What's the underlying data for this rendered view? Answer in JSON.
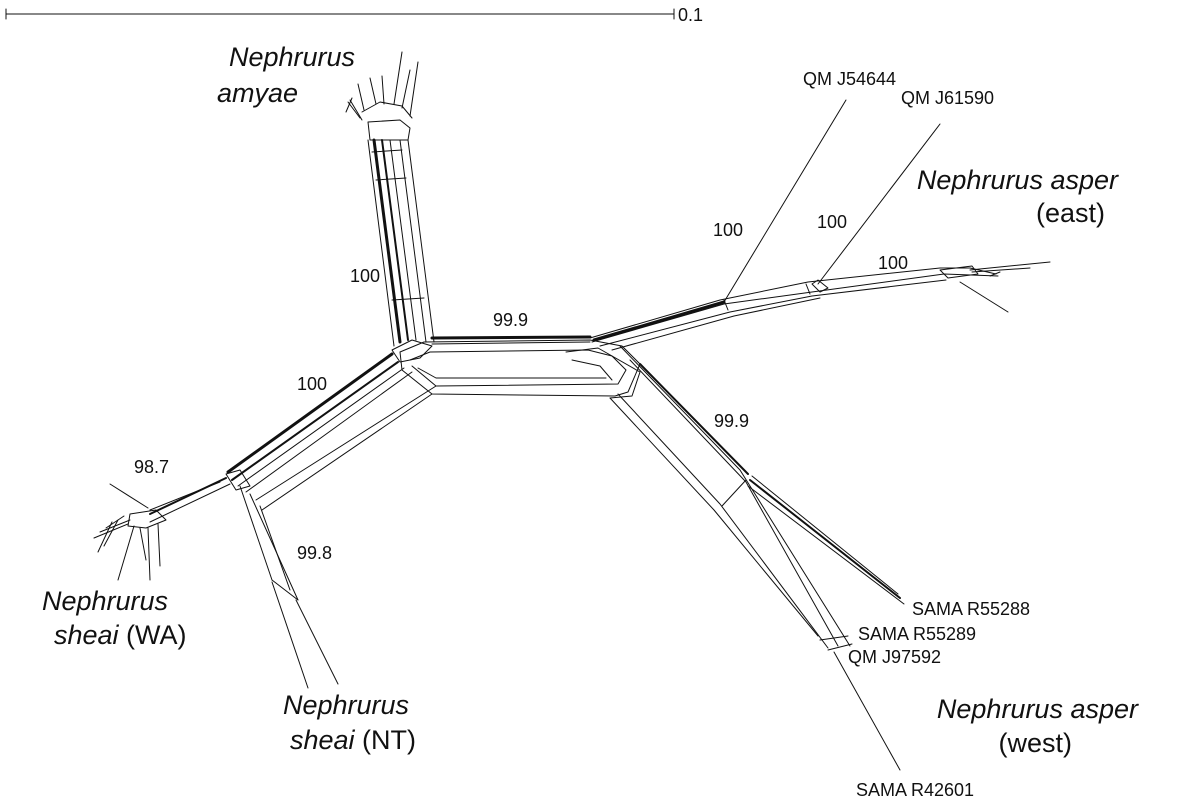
{
  "scale_bar": {
    "label": "0.1"
  },
  "taxa": {
    "amyae": {
      "line1": "Nephrurus",
      "line2": "amyae"
    },
    "asper_east": {
      "line1": "Nephrurus asper",
      "line2": "(east)"
    },
    "asper_west": {
      "line1": "Nephrurus asper",
      "line2": "(west)"
    },
    "sheai_wa": {
      "line1": "Nephrurus",
      "line2_italic": "sheai",
      "line2_rest": " (WA)"
    },
    "sheai_nt": {
      "line1": "Nephrurus",
      "line2_italic": "sheai",
      "line2_rest": " (NT)"
    }
  },
  "specimens": {
    "qm_j54644": "QM J54644",
    "qm_j61590": "QM J61590",
    "sama_r55288": "SAMA R55288",
    "sama_r55289": "SAMA R55289",
    "qm_j97592": "QM J97592",
    "sama_r42601": "SAMA R42601"
  },
  "bootstrap": {
    "amyae_stem": "100",
    "center_east": "99.9",
    "east_100_a": "100",
    "east_100_b": "100",
    "east_100_c": "100",
    "sheai_stem": "100",
    "sheai_wa": "98.7",
    "sheai_nt": "99.8",
    "west": "99.9"
  }
}
